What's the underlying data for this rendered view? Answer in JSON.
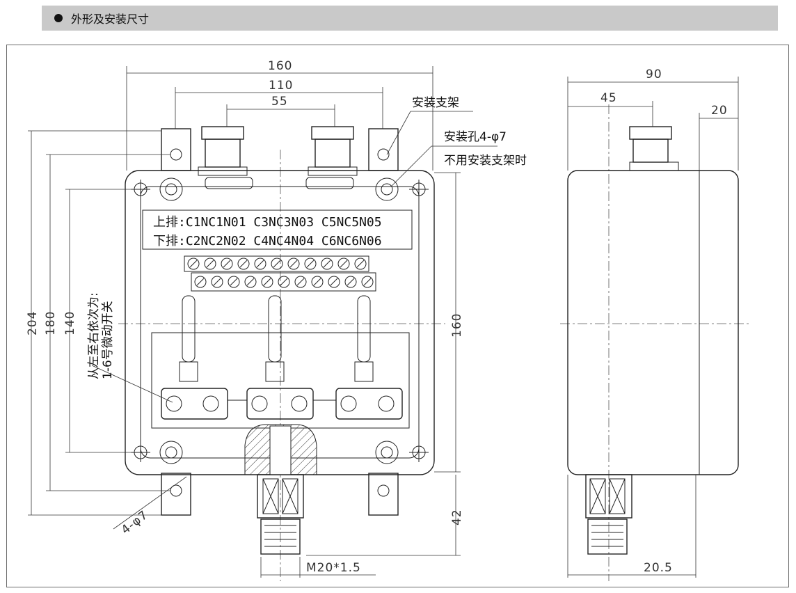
{
  "header": {
    "title": "外形及安装尺寸"
  },
  "front_view": {
    "dim_160_top": "160",
    "dim_110": "110",
    "dim_55": "55",
    "dim_204": "204",
    "dim_180": "180",
    "dim_140": "140",
    "dim_160_right": "160",
    "dim_42": "42",
    "dim_m20": "M20*1.5",
    "dim_hole": "4-φ7",
    "callout_bracket": "安装支架",
    "callout_hole": "安装孔4-φ7",
    "callout_hole_note": "不用安装支架时",
    "switch_order_line1": "从左至右依次为:",
    "switch_order_line2": "1-6号微动开关",
    "label_upper": "上排:C1NC1N01  C3NC3N03  C5NC5N05",
    "label_lower": "下排:C2NC2N02  C4NC4N04  C6NC6N06"
  },
  "side_view": {
    "dim_90": "90",
    "dim_45": "45",
    "dim_20": "20",
    "dim_20_5": "20.5"
  },
  "colors": {
    "header_bg": "#c9c9c9",
    "line": "#222222",
    "frame": "#6a6a6a"
  }
}
